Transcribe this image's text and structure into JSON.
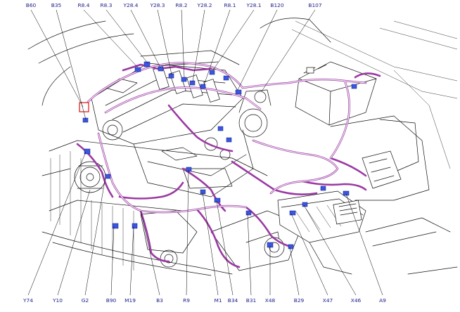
{
  "top_labels": [
    "B60",
    "B35",
    "R8.4",
    "R8.3",
    "Y28.4",
    "Y28.3",
    "R8.2",
    "Y28.2",
    "R8.1",
    "Y28.1",
    "B120",
    "B107"
  ],
  "bottom_labels": [
    "Y74",
    "Y10",
    "G2",
    "B90",
    "M19",
    "B3",
    "R9",
    "M1",
    "B34",
    "B31",
    "X48",
    "B29",
    "X47",
    "X46",
    "A9"
  ],
  "highlighted_component": "B60",
  "colors": {
    "harness": "#9b3aa3",
    "connector": "#3d56e0",
    "label": "#1b1b8a",
    "highlight": "#dd1111"
  }
}
